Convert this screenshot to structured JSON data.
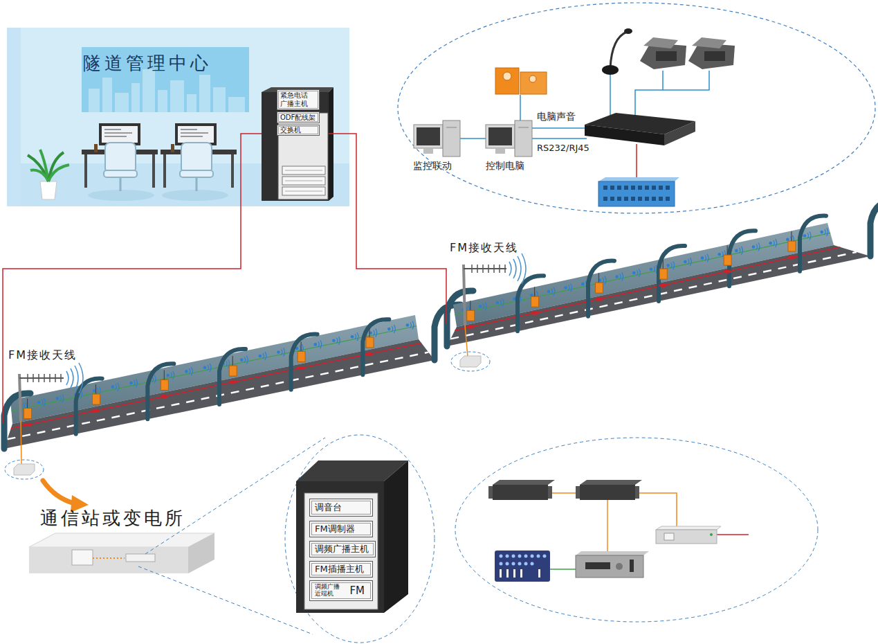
{
  "diagram": {
    "nodes": [
      {
        "text": [
          "隧道管理中心"
        ]
      },
      {
        "text": [
          "紧急电话 广播主机"
        ],
        "in": 0
      },
      {
        "text": [
          "ODF配线架"
        ],
        "in": 0
      },
      {
        "text": [
          "交换机"
        ],
        "in": 0
      },
      {
        "text": [
          "调音台"
        ]
      },
      {
        "text": [
          "FM调制器"
        ]
      },
      {
        "text": [
          "调频广播主机"
        ]
      },
      {
        "text": [
          "FM插播主机"
        ]
      },
      {
        "text": [
          "调频广播 近端机",
          "FM"
        ]
      }
    ],
    "labels": [
      "电脑声音",
      "RS232/RJ45",
      "监控联动",
      "控制电脑",
      "FM接收天线",
      "FM接收天线",
      "通信站或变电所"
    ]
  }
}
